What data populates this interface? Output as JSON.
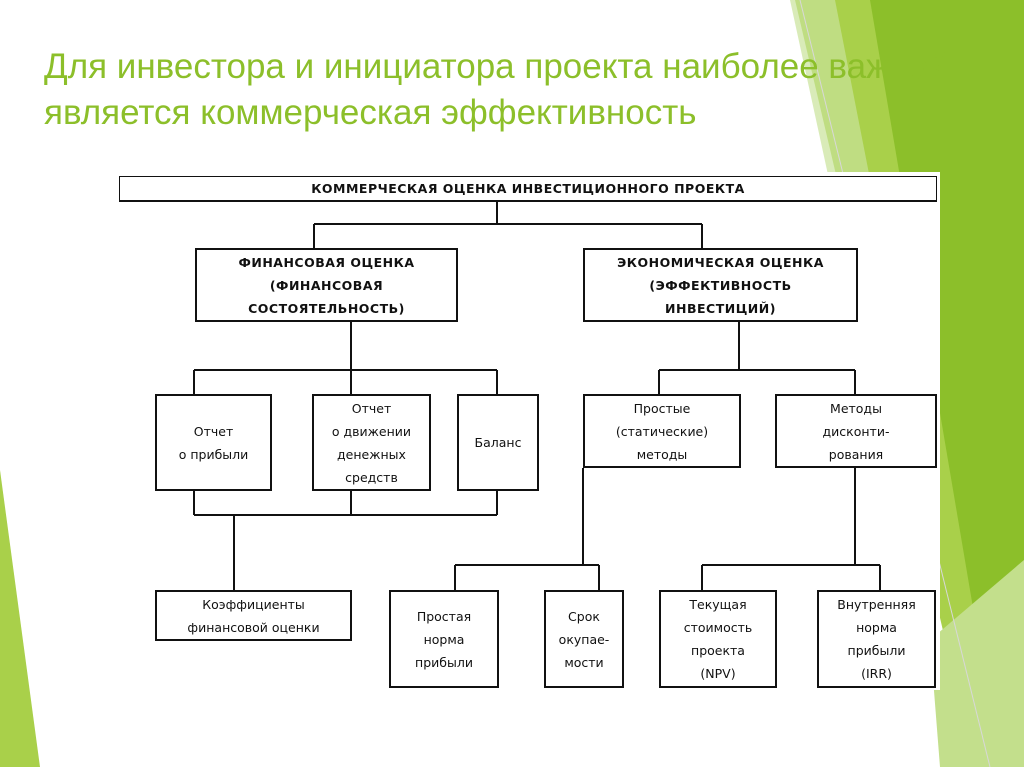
{
  "slide": {
    "title": "Для инвестора и инициатора проекта наиболее важной является коммерческая эффективность",
    "accent_color": "#8cbf2a",
    "accent_color_light": "#a9d04a"
  },
  "diagram": {
    "root": "КОММЕРЧЕСКАЯ ОЦЕНКА ИНВЕСТИЦИОННОГО ПРОЕКТА",
    "financial": "ФИНАНСОВАЯ ОЦЕНКА\n(ФИНАНСОВАЯ\nСОСТОЯТЕЛЬНОСТЬ)",
    "economic": "ЭКОНОМИЧЕСКАЯ ОЦЕНКА\n(ЭФФЕКТИВНОСТЬ\nИНВЕСТИЦИЙ)",
    "profit_report": "Отчет\nо прибыли",
    "cashflow_report": "Отчет\nо движении\nденежных\nсредств",
    "balance": "Баланс",
    "simple_methods": "Простые\n(статические)\nметоды",
    "discount_methods": "Методы\nдисконти-\nрования",
    "fin_ratios": "Коэффициенты\nфинансовой оценки",
    "simple_return": "Простая\nнорма\nприбыли",
    "payback": "Срок\nокупае-\nмости",
    "npv": "Текущая\nстоимость\nпроекта\n(NPV)",
    "irr": "Внутренняя\nнорма\nприбыли\n(IRR)"
  }
}
